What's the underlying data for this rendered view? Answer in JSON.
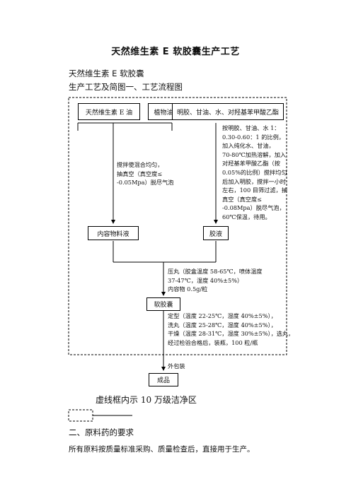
{
  "document": {
    "title": "天然维生素 E 软胶囊生产工艺",
    "product_name": "天然维生素 E 软胶囊",
    "section1_heading": "生产工艺及简图一、工艺流程图",
    "section2_heading": "二、原料药的要求",
    "section2_body": "所有原料按质量标准采购、质量检查后，直接用于生产。"
  },
  "flowchart": {
    "boxes": {
      "vitamin_e_oil": "天然维生素 E 油",
      "vegetable_oil": "植物油",
      "gelatin_materials": "明胶、甘油、水、对羟基苯甲酸乙酯",
      "content_liquid": "内容物料液",
      "gelatin_liquid": "胶液",
      "soft_capsule": "软胶囊",
      "finished_product": "成品"
    },
    "notes": {
      "mixing": [
        "搅拌使混合均匀，",
        "抽真空（真空度≤",
        "-0.05Mpa）脱尽气泡"
      ],
      "gelatin_process": [
        "按明胶、甘油、水 1：",
        "0.30-0.60：1 的比例，",
        "加入纯化水、甘油，",
        "70-80℃加热溶解，加入",
        "对羟基苯甲酸乙酯（按",
        "0.05%的比例）搅拌均匀",
        "后加入明胶，搅拌一小时",
        "左右，100 目筛过滤，抽",
        "真空（真空度≤",
        "-0.08Mpa）脱尽气泡，",
        "60℃保温，待用。"
      ],
      "pressing": [
        "压丸（胶盒温度 58-65℃，喷体温度",
        "37-47℃，湿度 40%±5%）",
        "内容物 0.5g/粒"
      ],
      "post_processing": [
        "定型（温度 22-25℃，湿度 40%±5%），",
        "洗丸（温度 25-28℃，湿度 40%±5%），",
        "干燥（温度 28-31℃，湿度 30%±5%），选丸，",
        "经过检验合格后，装瓶，100 粒/瓶"
      ],
      "packaging": "外包装"
    },
    "legend": "虚线框内示 10 万级洁净区"
  }
}
